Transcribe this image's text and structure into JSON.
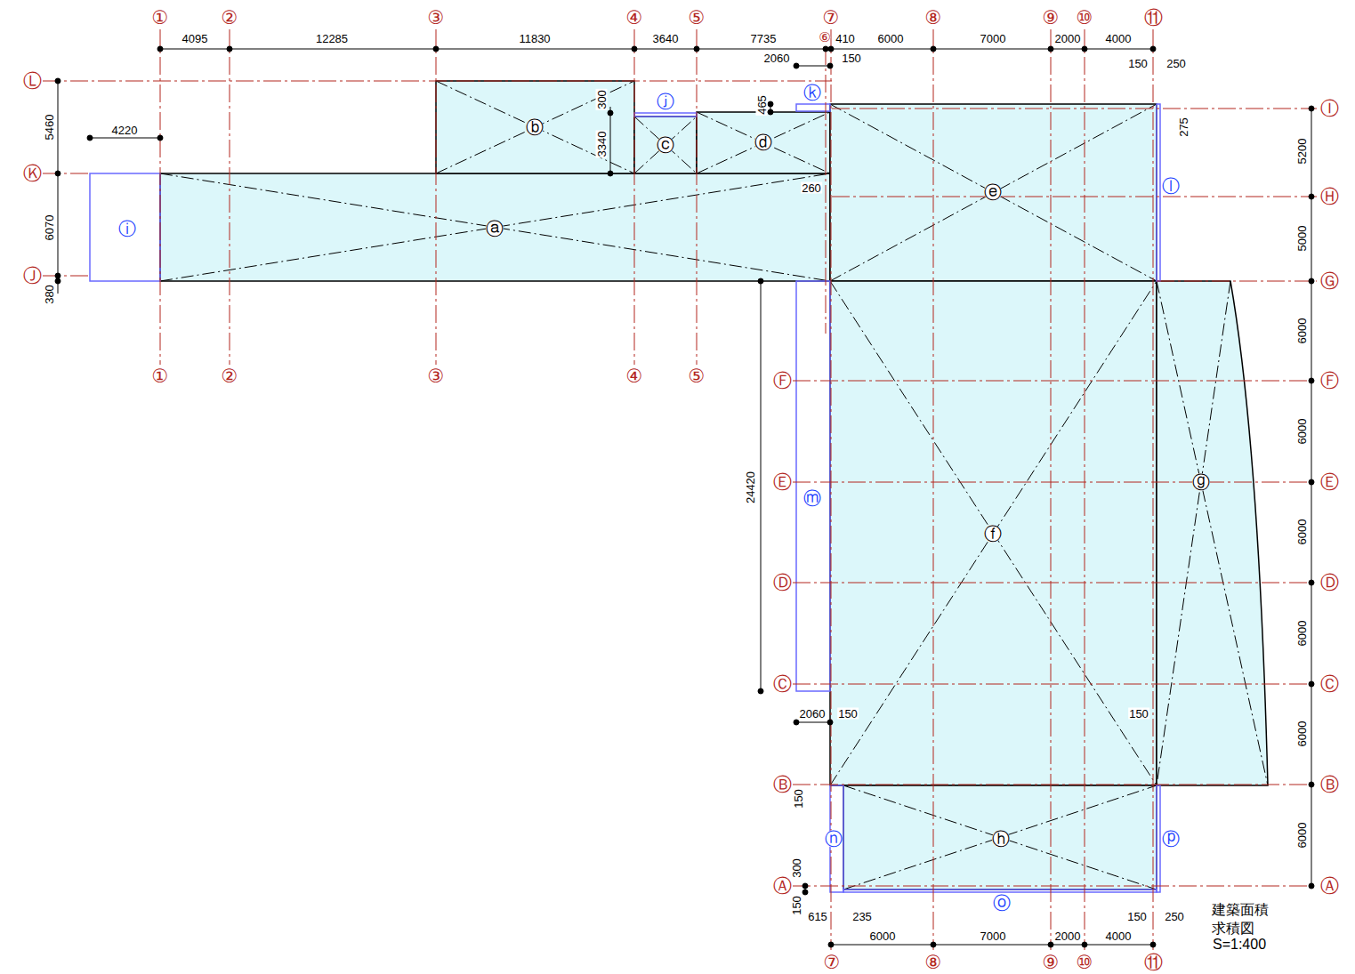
{
  "diagram": {
    "title": "建築面積 求積図",
    "nodes": [
      {
        "text": [
          "ⓐ"
        ]
      },
      {
        "text": [
          "ⓑ"
        ]
      },
      {
        "text": [
          "ⓒ"
        ]
      },
      {
        "text": [
          "ⓓ"
        ]
      },
      {
        "text": [
          "ⓔ"
        ]
      },
      {
        "text": [
          "ⓕ"
        ]
      },
      {
        "text": [
          "ⓖ"
        ]
      },
      {
        "text": [
          "ⓗ"
        ]
      },
      {
        "text": [
          "ⓘ"
        ]
      },
      {
        "text": [
          "ⓙ"
        ]
      },
      {
        "text": [
          "ⓚ"
        ]
      },
      {
        "text": [
          "ⓛ"
        ]
      },
      {
        "text": [
          "ⓜ"
        ]
      },
      {
        "text": [
          "ⓝ"
        ]
      },
      {
        "text": [
          "ⓞ"
        ]
      },
      {
        "text": [
          "ⓟ"
        ]
      }
    ],
    "labels": [
      "①",
      "②",
      "③",
      "④",
      "⑤",
      "⑦",
      "⑥",
      "⑧",
      "⑨",
      "⑩",
      "⑪",
      "4095",
      "12285",
      "11830",
      "3640",
      "7735",
      "410",
      "6000",
      "7000",
      "2000",
      "4000",
      "2060",
      "150",
      "150",
      "250",
      "Ⓛ",
      "Ⓚ",
      "Ⓙ",
      "5460",
      "6070",
      "380",
      "4220",
      "300",
      "3340",
      "465",
      "Ⓘ",
      "Ⓗ",
      "Ⓖ",
      "Ⓕ",
      "Ⓔ",
      "Ⓓ",
      "Ⓒ",
      "Ⓑ",
      "Ⓐ",
      "275",
      "5200",
      "5000",
      "6000",
      "6000",
      "6000",
      "6000",
      "6000",
      "6000",
      "①",
      "②",
      "③",
      "④",
      "⑤",
      "Ⓕ",
      "Ⓔ",
      "Ⓓ",
      "Ⓒ",
      "Ⓑ",
      "Ⓐ",
      "260",
      "24420",
      "2060",
      "150",
      "150",
      "150",
      "300",
      "150",
      "615",
      "235",
      "150",
      "250",
      "6000",
      "7000",
      "2000",
      "4000",
      "⑦",
      "⑧",
      "⑨",
      "⑩",
      "⑪",
      "S=1:400"
    ]
  }
}
